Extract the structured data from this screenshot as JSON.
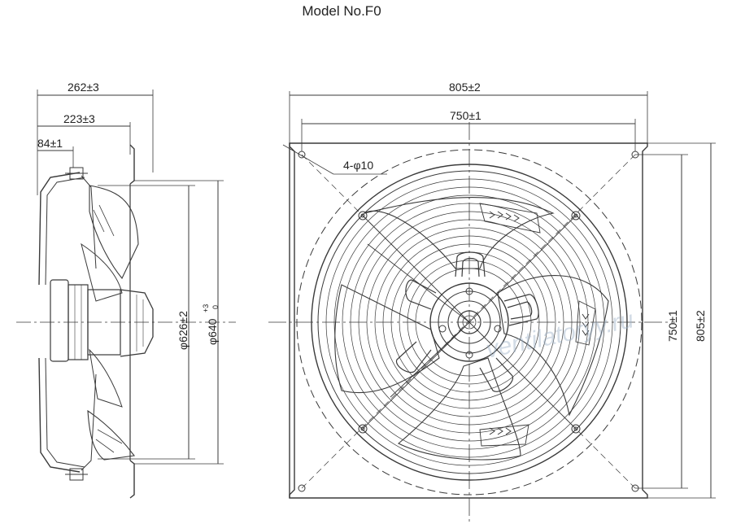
{
  "title": "Model No.F0",
  "side_view": {
    "dim_total_depth": "262±3",
    "dim_mid_depth": "223±3",
    "dim_rear_depth": "84±1",
    "dim_impeller_dia": "φ626±2",
    "dim_ring_dia": "φ640",
    "dim_ring_tol_upper": "+3",
    "dim_ring_tol_lower": "0"
  },
  "front_view": {
    "dim_plate_width": "805±2",
    "dim_hole_spacing_h": "750±1",
    "dim_mount_holes": "4-φ10",
    "dim_hole_spacing_v": "750±1",
    "dim_plate_height": "805±2"
  },
  "watermark": "ventilatoryy.ru",
  "colors": {
    "line": "#3a3a3a",
    "bg": "#ffffff"
  }
}
